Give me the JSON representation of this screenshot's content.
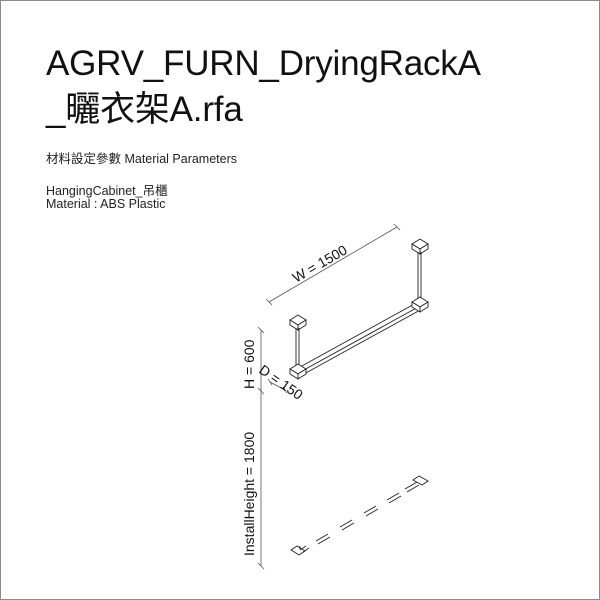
{
  "title": {
    "line1": "AGRV_FURN_DryingRackA",
    "line2": "_曬衣架A.rfa"
  },
  "subtitle": "材料設定參數 Material Parameters",
  "material_info": {
    "category": "HangingCabinet_吊櫃",
    "material": "Material :  ABS Plastic"
  },
  "dimensions": {
    "width": "W = 1500",
    "depth": "D = 150",
    "height": "H = 600",
    "install_height": "InstallHeight = 1800"
  },
  "colors": {
    "line": "#222222",
    "dim_line": "#555555",
    "frame": "#8a8a8a"
  }
}
